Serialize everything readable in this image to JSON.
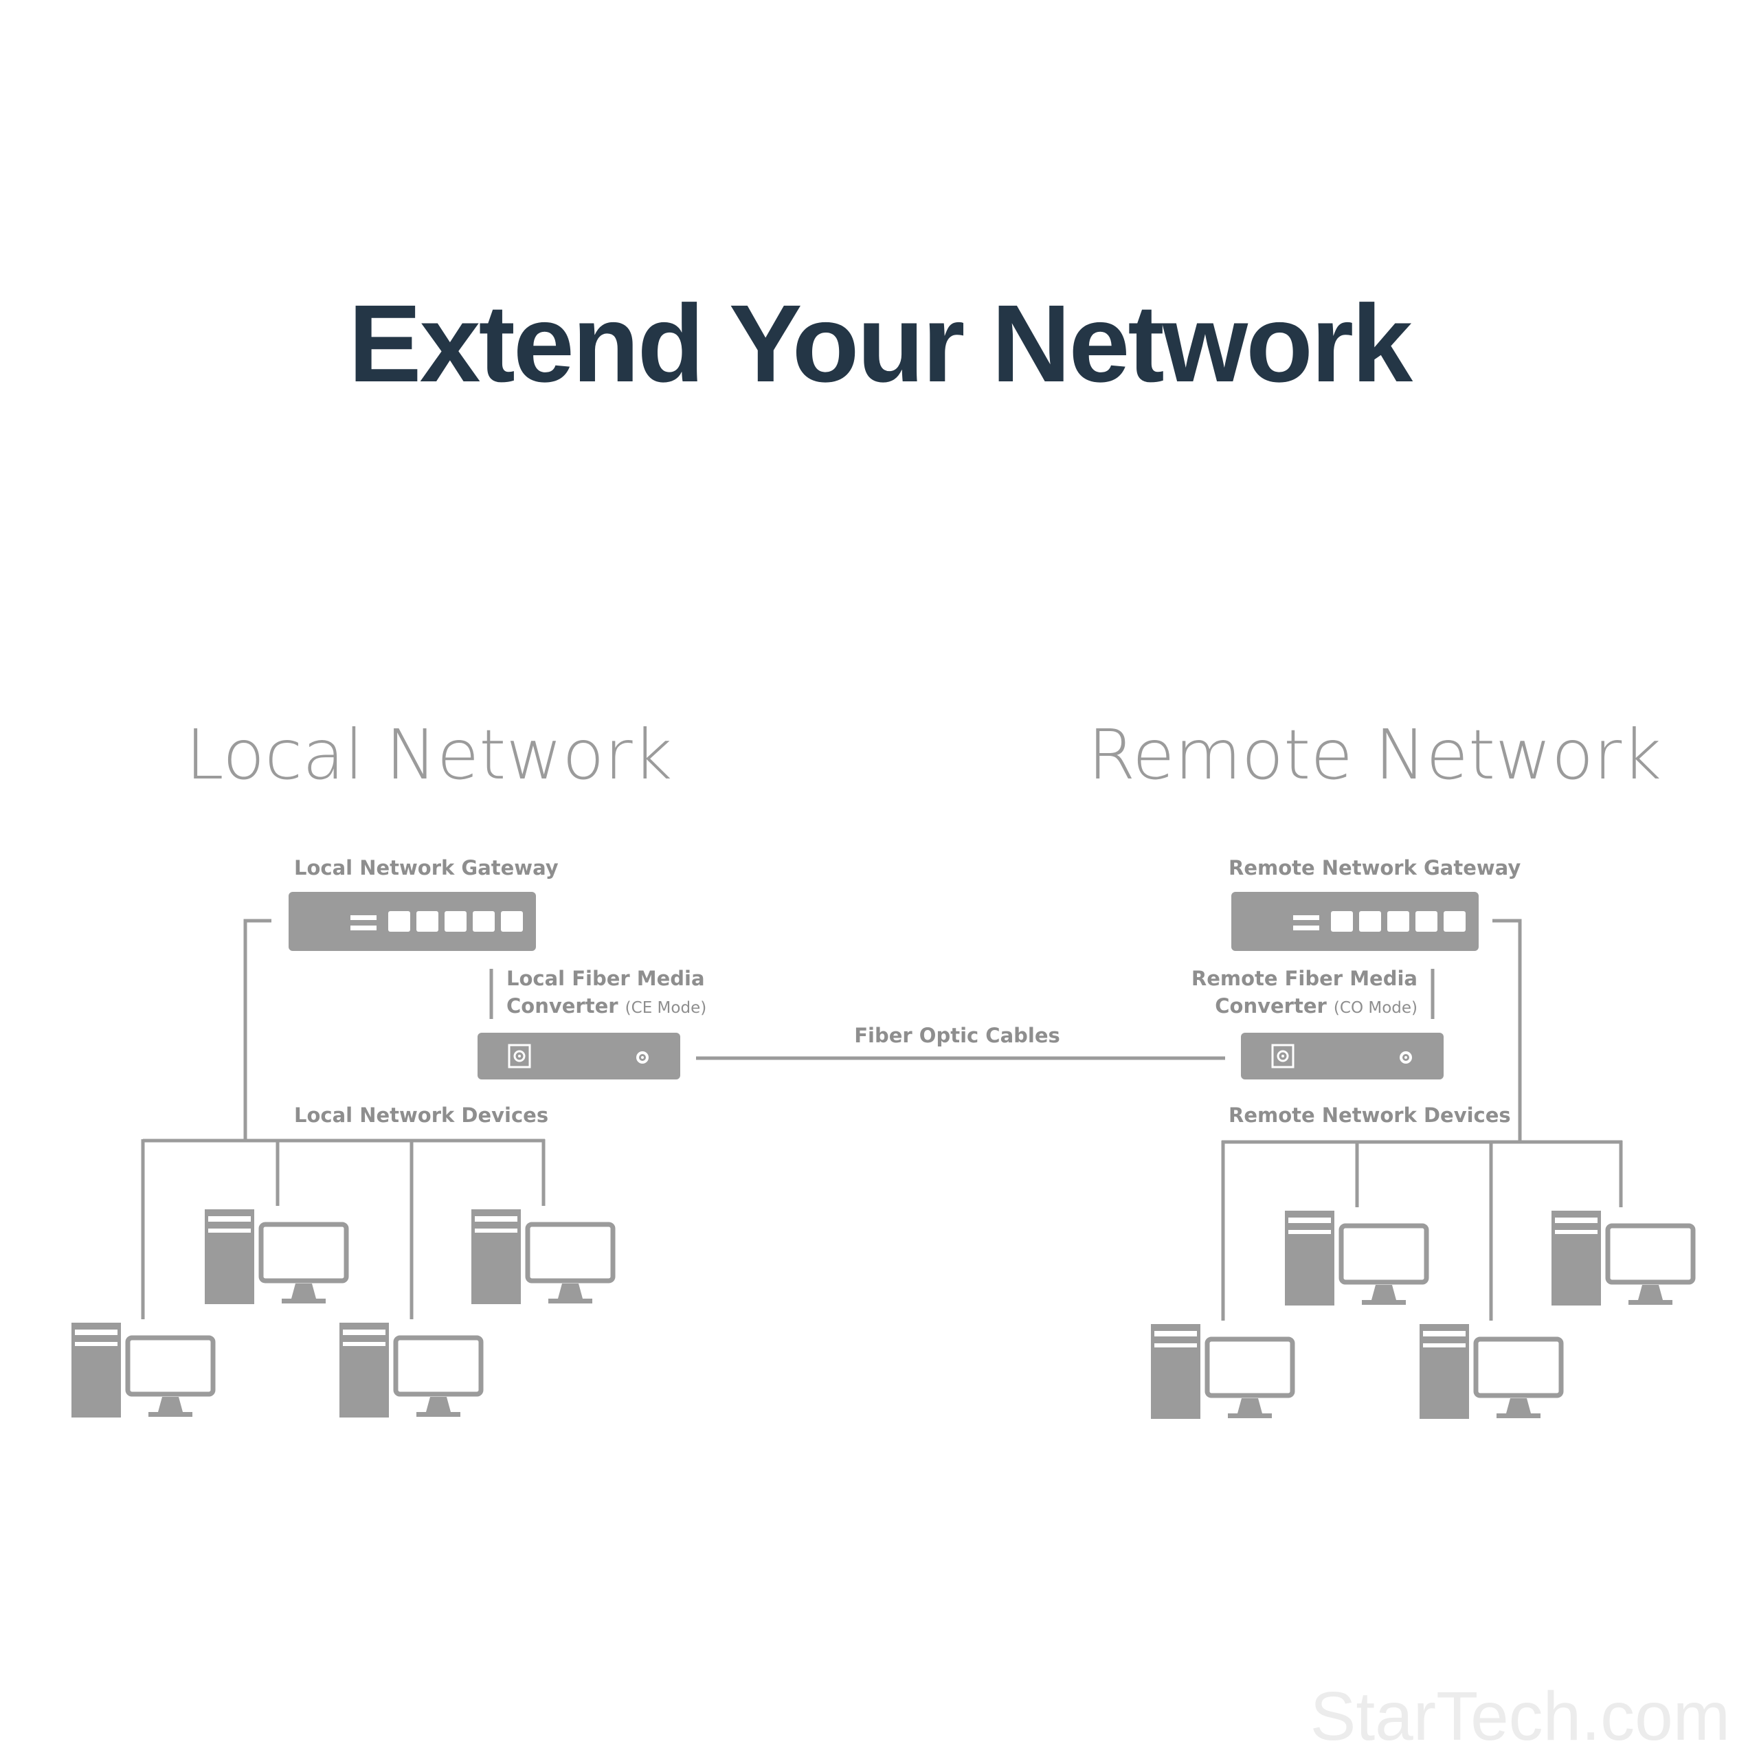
{
  "title": "Extend Your Network",
  "local": {
    "heading": "Local Network",
    "gateway_label": "Local Network Gateway",
    "converter_label_line1": "Local Fiber Media",
    "converter_label_line2": "Converter",
    "converter_mode": "(CE Mode)",
    "devices_label": "Local Network Devices"
  },
  "remote": {
    "heading": "Remote Network",
    "gateway_label": "Remote Network Gateway",
    "converter_label_line1": "Remote Fiber Media",
    "converter_label_line2": "Converter",
    "converter_mode": "(CO Mode)",
    "devices_label": "Remote Network Devices"
  },
  "link_label": "Fiber Optic Cables",
  "watermark": "StarTech.com",
  "colors": {
    "title": "#243646",
    "device": "#9b9b9b",
    "line": "#9b9b9b"
  }
}
